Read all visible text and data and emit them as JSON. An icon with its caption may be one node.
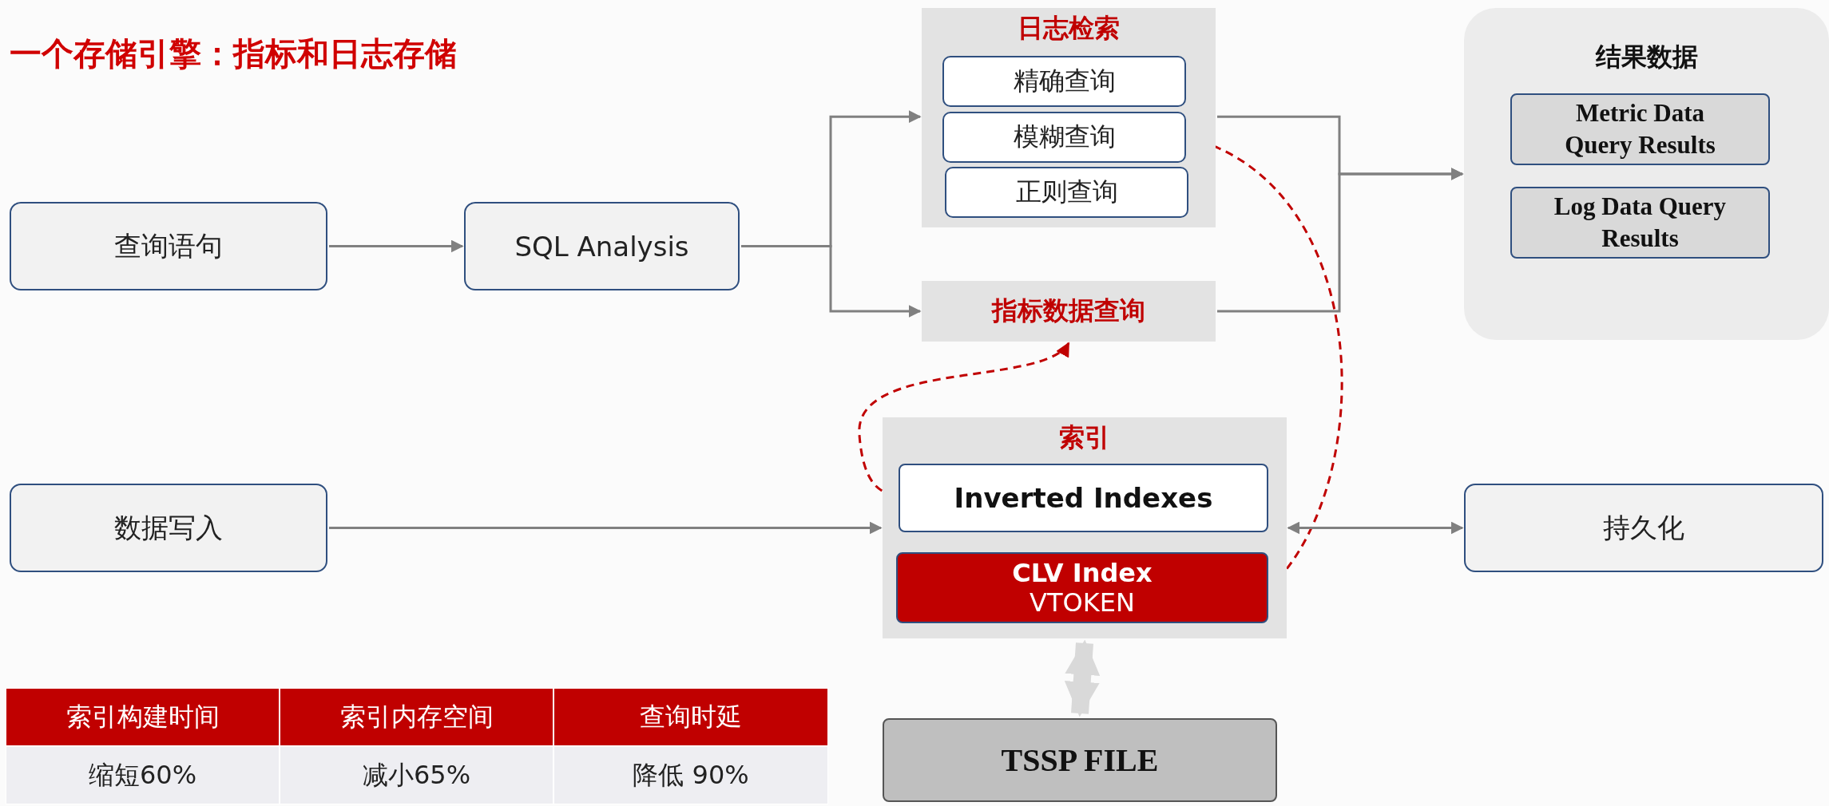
{
  "diagram": {
    "title": "一个存储引擎：指标和日志存储",
    "nodes": [
      {
        "text": [
          "查询语句"
        ]
      },
      {
        "text": [
          "SQL Analysis"
        ]
      },
      {
        "text": [
          "日志检索"
        ]
      },
      {
        "text": [
          "精确查询"
        ],
        "in": 2
      },
      {
        "text": [
          "模糊查询"
        ],
        "in": 2
      },
      {
        "text": [
          "正则查询"
        ],
        "in": 2
      },
      {
        "text": [
          "指标数据查询"
        ]
      },
      {
        "text": [
          "结果数据"
        ]
      },
      {
        "text": [
          "Metric Data Query Results"
        ],
        "in": 7
      },
      {
        "text": [
          "Log Data Query Results"
        ],
        "in": 7
      },
      {
        "text": [
          "索引"
        ]
      },
      {
        "text": [
          "Inverted Indexes"
        ],
        "in": 10
      },
      {
        "text": [
          "CLV Index",
          "VTOKEN"
        ],
        "in": 10
      },
      {
        "text": [
          "数据写入"
        ]
      },
      {
        "text": [
          "持久化"
        ]
      },
      {
        "text": [
          "TSSP FILE"
        ]
      }
    ],
    "edges": [
      {
        "from": 0,
        "to": 1,
        "arrow": "to"
      },
      {
        "from": 1,
        "to": 2,
        "arrow": "to"
      },
      {
        "from": 1,
        "to": 6,
        "arrow": "to"
      },
      {
        "from": 2,
        "to": 7,
        "arrow": "to"
      },
      {
        "from": 6,
        "to": 7,
        "arrow": "to"
      },
      {
        "from": 6,
        "to": 11,
        "arrow": "both",
        "style": "dashed",
        "color": "#c00000"
      },
      {
        "from": 4,
        "to": 12,
        "arrow": "both",
        "style": "dashed",
        "color": "#c00000"
      },
      {
        "from": 13,
        "to": 10,
        "arrow": "to"
      },
      {
        "from": 10,
        "to": 14,
        "arrow": "both"
      },
      {
        "from": 10,
        "to": 15,
        "arrow": "both",
        "style": "thick",
        "color": "#d9d9d9"
      }
    ],
    "labels": [
      "索引构建时间",
      "索引内存空间",
      "查询时延",
      "缩短60%",
      "减小65%",
      "降低 90%"
    ]
  }
}
